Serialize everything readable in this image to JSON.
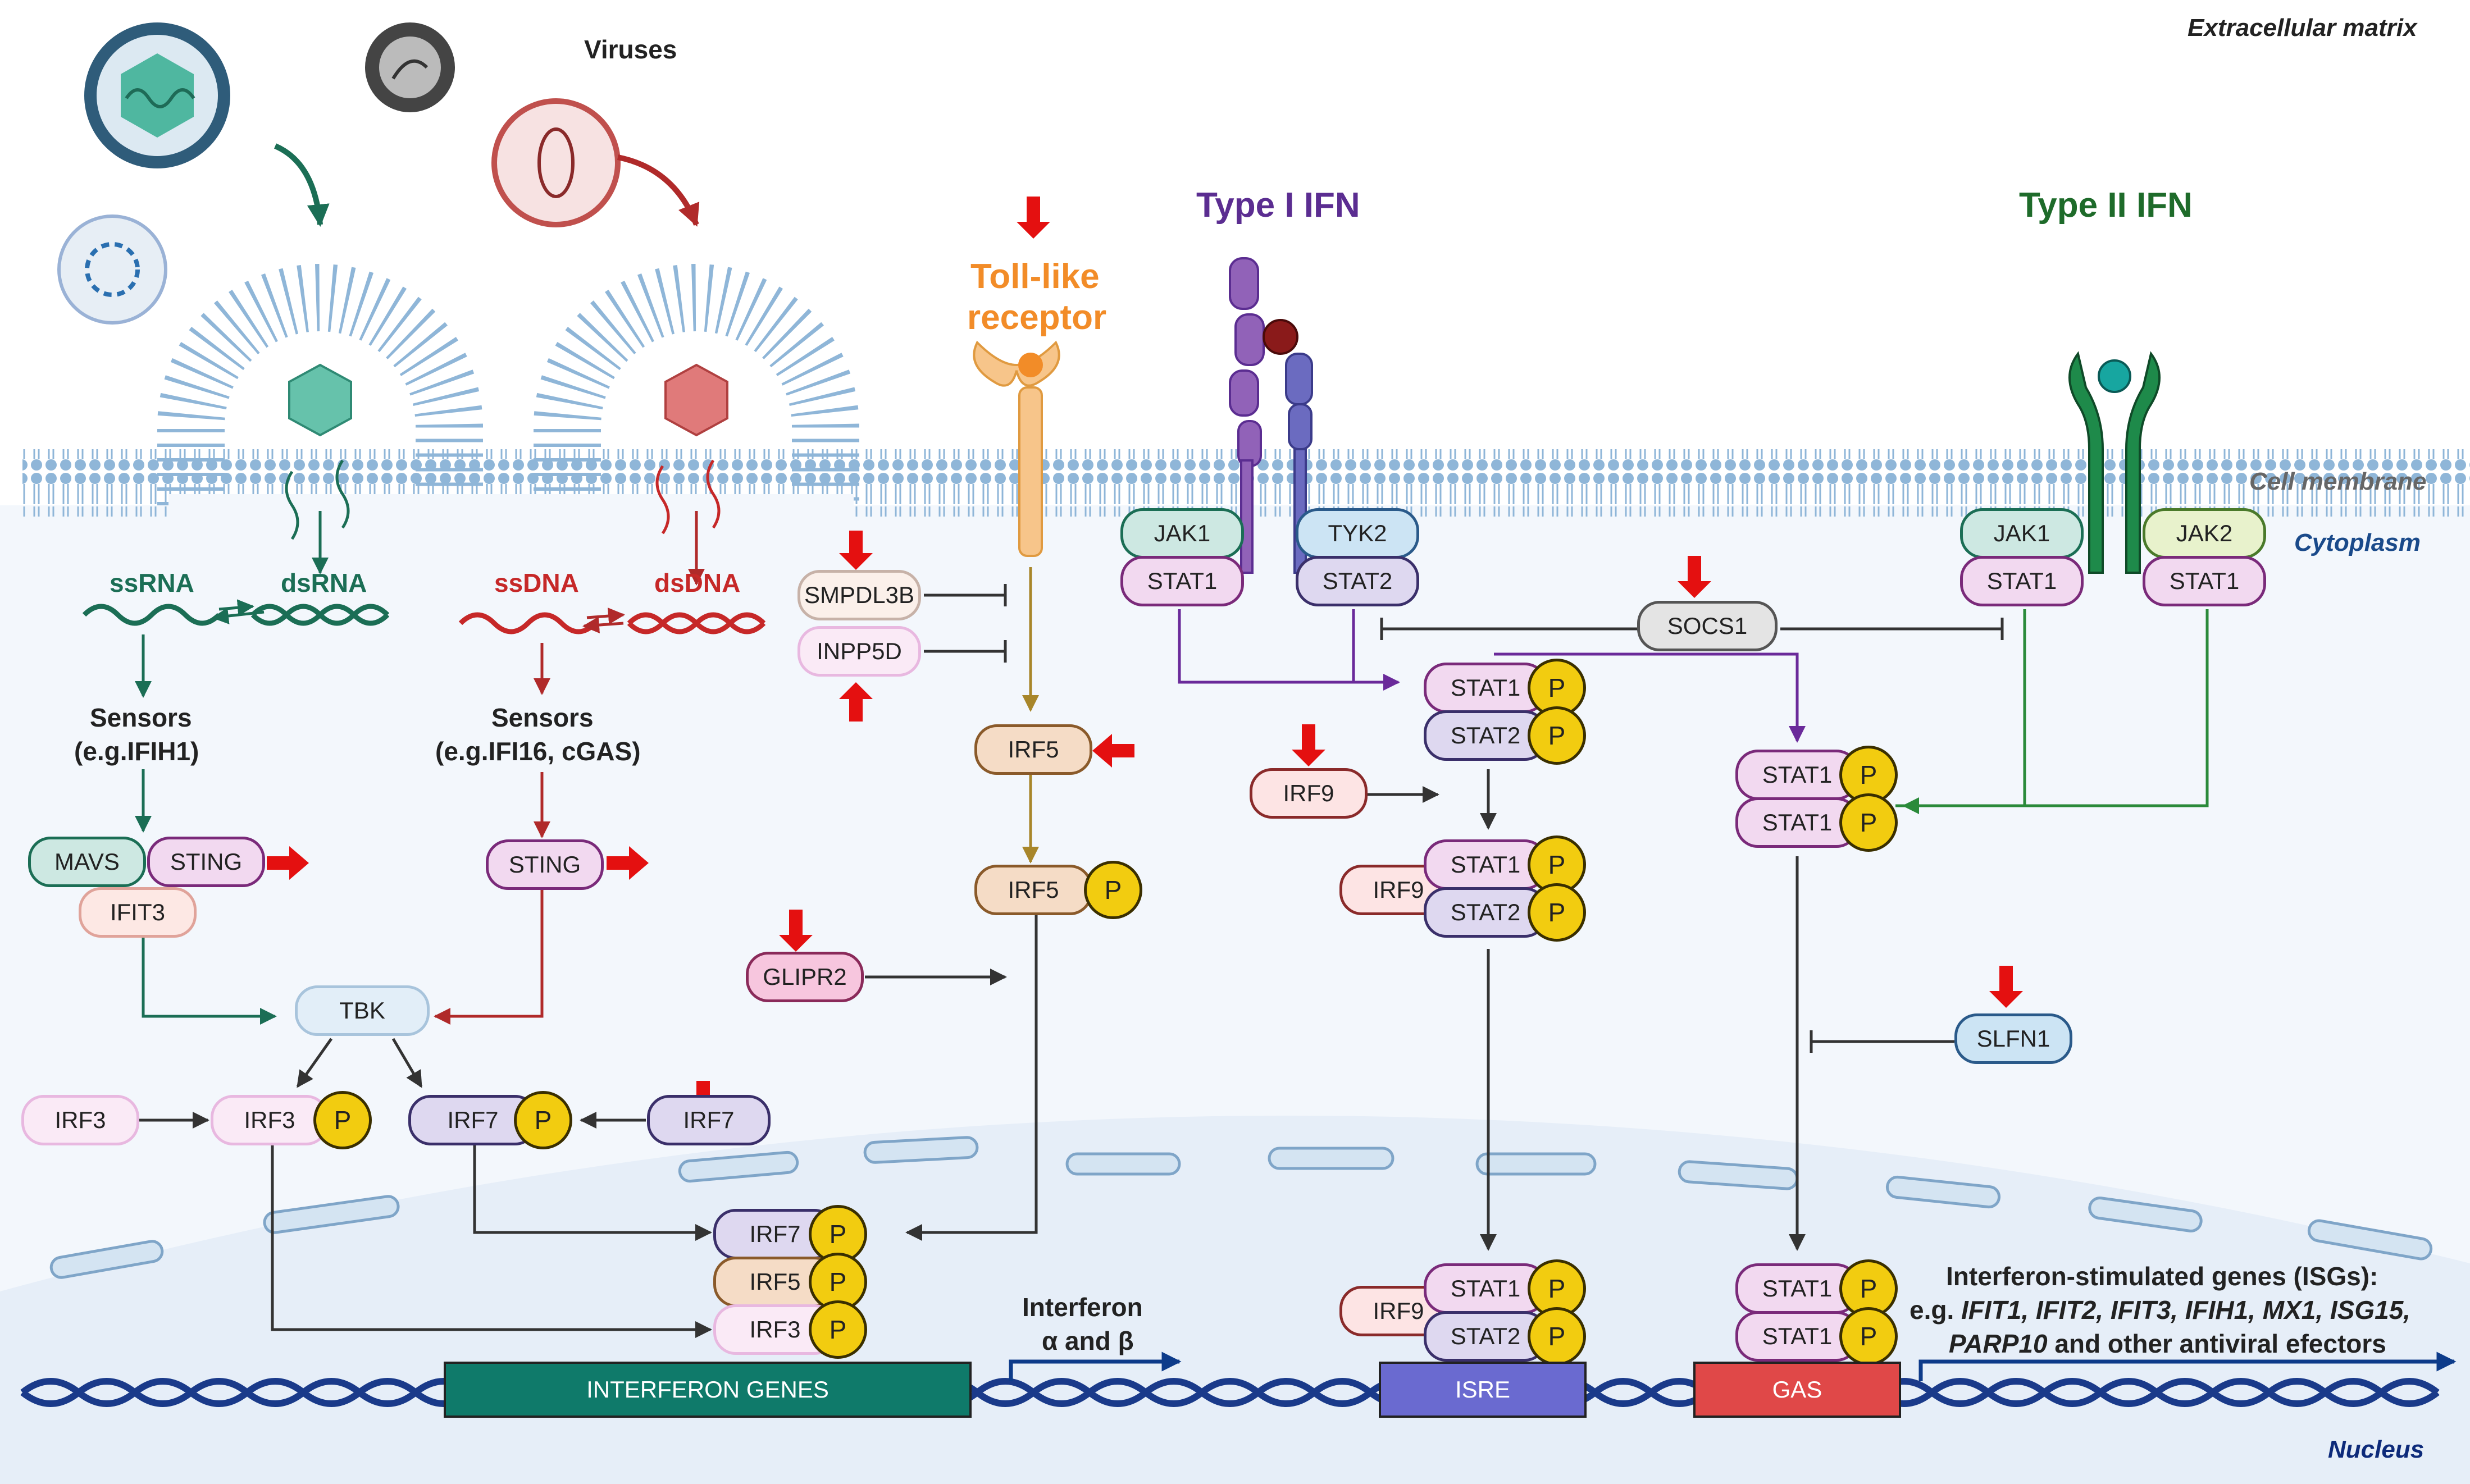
{
  "regions": {
    "extracellular": "Extracellular matrix",
    "membrane": "Cell membrane",
    "cytoplasm": "Cytoplasm",
    "nucleus": "Nucleus"
  },
  "headings": {
    "viruses": "Viruses",
    "tlr_line1": "Toll-like",
    "tlr_line2": "receptor",
    "type1": "Type I IFN",
    "type2": "Type II IFN"
  },
  "nucleic": {
    "ssrna": "ssRNA",
    "dsrna": "dsRNA",
    "ssdna": "ssDNA",
    "dsdna": "dsDNA"
  },
  "sensors": {
    "rna_line1": "Sensors",
    "rna_line2": "(e.g.IFIH1)",
    "dna_line1": "Sensors",
    "dna_line2": "(e.g.IFI16, cGAS)"
  },
  "nodes": {
    "mavs": "MAVS",
    "sting_rna": "STING",
    "ifit3": "IFIT3",
    "sting_dna": "STING",
    "tbk": "TBK",
    "irf3_free": "IRF3",
    "irf3_p": "IRF3",
    "irf7_p": "IRF7",
    "irf7_free": "IRF7",
    "smpdl3b": "SMPDL3B",
    "inpp5d": "INPP5D",
    "irf5": "IRF5",
    "irf5_p": "IRF5",
    "glipr2": "GLIPR2",
    "jak1_t1": "JAK1",
    "stat1_t1": "STAT1",
    "tyk2": "TYK2",
    "stat2_t1": "STAT2",
    "socs1": "SOCS1",
    "jak1_t2": "JAK1",
    "stat1_t2a": "STAT1",
    "jak2": "JAK2",
    "stat1_t2b": "STAT1",
    "stat1_p_a": "STAT1",
    "stat2_p_a": "STAT2",
    "irf9_free": "IRF9",
    "irf9_c": "IRF9",
    "stat1_p_b": "STAT1",
    "stat2_p_b": "STAT2",
    "stat1_gaf_a": "STAT1",
    "stat1_gaf_b": "STAT1",
    "slfn1": "SLFN1",
    "n_irf7": "IRF7",
    "n_irf5": "IRF5",
    "n_irf3": "IRF3",
    "n_irf9": "IRF9",
    "n_stat1": "STAT1",
    "n_stat2": "STAT2",
    "n_gaf_a": "STAT1",
    "n_gaf_b": "STAT1"
  },
  "phospho": "P",
  "genes": {
    "interferon_genes": "INTERFERON GENES",
    "isre": "ISRE",
    "gas": "GAS"
  },
  "outputs": {
    "ifn_line1": "Interferon",
    "ifn_line2": "α and β",
    "isg_line1": "Interferon-stimulated genes (ISGs):",
    "isg_line2_prefix": "e.g. ",
    "isg_line2_genes": "IFIT1, IFIT2, IFIT3, IFIH1, MX1, ISG15,",
    "isg_line3_gene": "PARP10",
    "isg_line3_rest": " and other antiviral efectors"
  },
  "colors": {
    "rna_green": "#1b6e55",
    "dna_red": "#c62828",
    "tlr_orange": "#f28c28",
    "type1_purple": "#5b2d91",
    "type2_green": "#1e6b2a",
    "marker_red": "#e41010",
    "phospho_yellow": "#f2cc10",
    "nucleus_blue": "#0d2a7a"
  }
}
